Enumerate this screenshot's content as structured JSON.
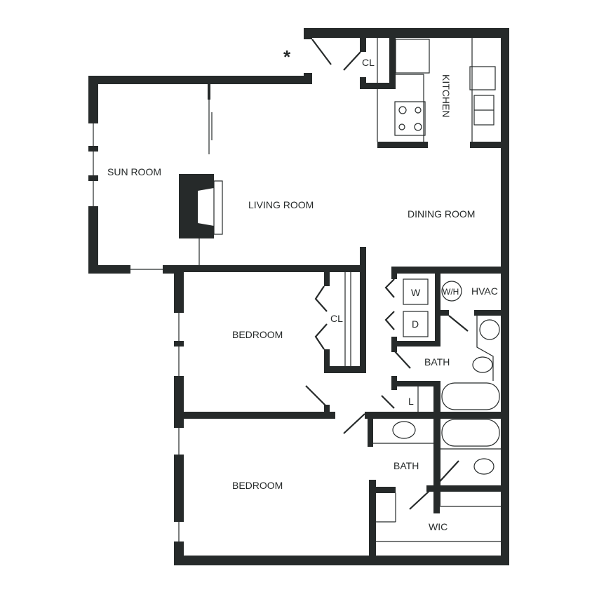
{
  "rooms": {
    "sun_room": "SUN ROOM",
    "living_room": "LIVING ROOM",
    "dining_room": "DINING ROOM",
    "kitchen": "KITCHEN",
    "closet_entry": "CL",
    "closet_bedroom": "CL",
    "bedroom_1": "BEDROOM",
    "bedroom_2": "BEDROOM",
    "bath_1": "BATH",
    "bath_2": "BATH",
    "linen": "L",
    "wic": "WIC",
    "hvac": "HVAC",
    "water_heater": "W/H",
    "washer": "W",
    "dryer": "D"
  },
  "entry_marker": "*",
  "colors": {
    "wall": "#262a2a",
    "background": "#ffffff"
  }
}
